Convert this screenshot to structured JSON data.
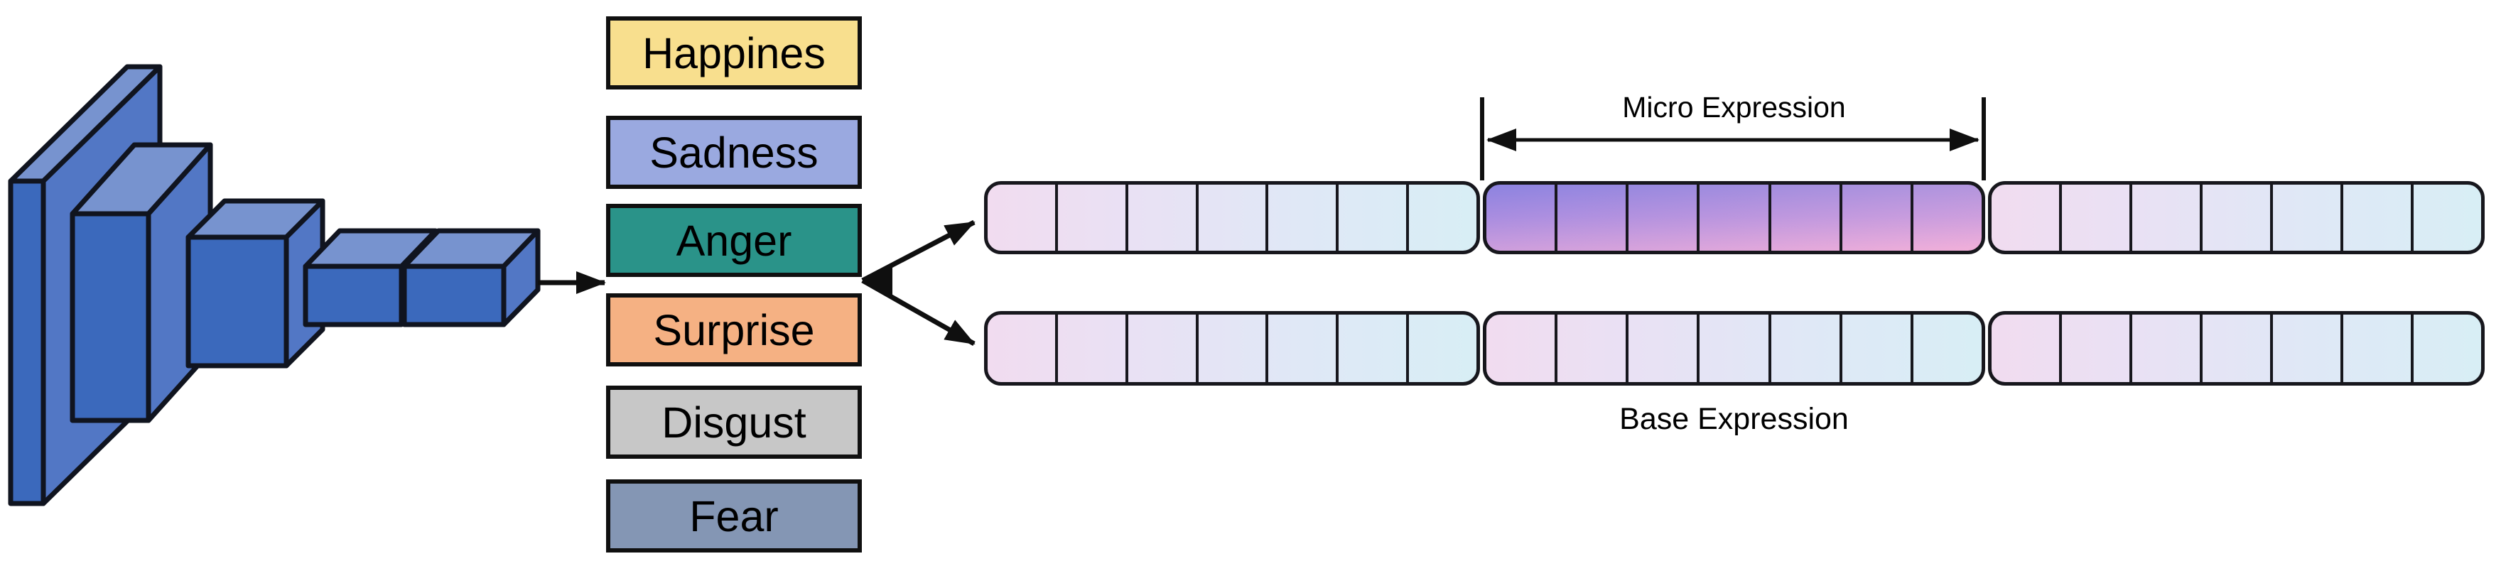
{
  "diagram_title": "micro vs base expression recognition pipeline",
  "cnn": {
    "name": "cnn-feature-extractor",
    "description_blocks": 5,
    "colors": {
      "front": "#3b69bc",
      "top": "#7793cf",
      "side": "#5277c5",
      "outline": "#10141f"
    }
  },
  "emotions": [
    {
      "label": "Happines",
      "color": "#f8df8e"
    },
    {
      "label": "Sadness",
      "color": "#9aa9e0"
    },
    {
      "label": "Anger",
      "color": "#2a9389"
    },
    {
      "label": "Surprise",
      "color": "#f5b183"
    },
    {
      "label": "Disgust",
      "color": "#c7c7c7"
    },
    {
      "label": "Fear",
      "color": "#8496b4"
    }
  ],
  "annotations": {
    "micro_label": "Micro Expression",
    "base_label": "Base Expression"
  },
  "sequences": {
    "top": {
      "groups": [
        {
          "type": "light",
          "cells": 7
        },
        {
          "type": "micro",
          "cells": 7
        },
        {
          "type": "light",
          "cells": 7
        }
      ]
    },
    "bottom": {
      "groups": [
        {
          "type": "light",
          "cells": 7
        },
        {
          "type": "light",
          "cells": 7
        },
        {
          "type": "light",
          "cells": 7
        }
      ]
    }
  },
  "cell_colors": {
    "light_start": "#f1dcf0",
    "light_end": "#d8eef5",
    "micro_top": "#9389e0",
    "micro_bottom": "#f0b0db",
    "outline": "#17171d"
  },
  "arrow_color": "#0f0f0f"
}
